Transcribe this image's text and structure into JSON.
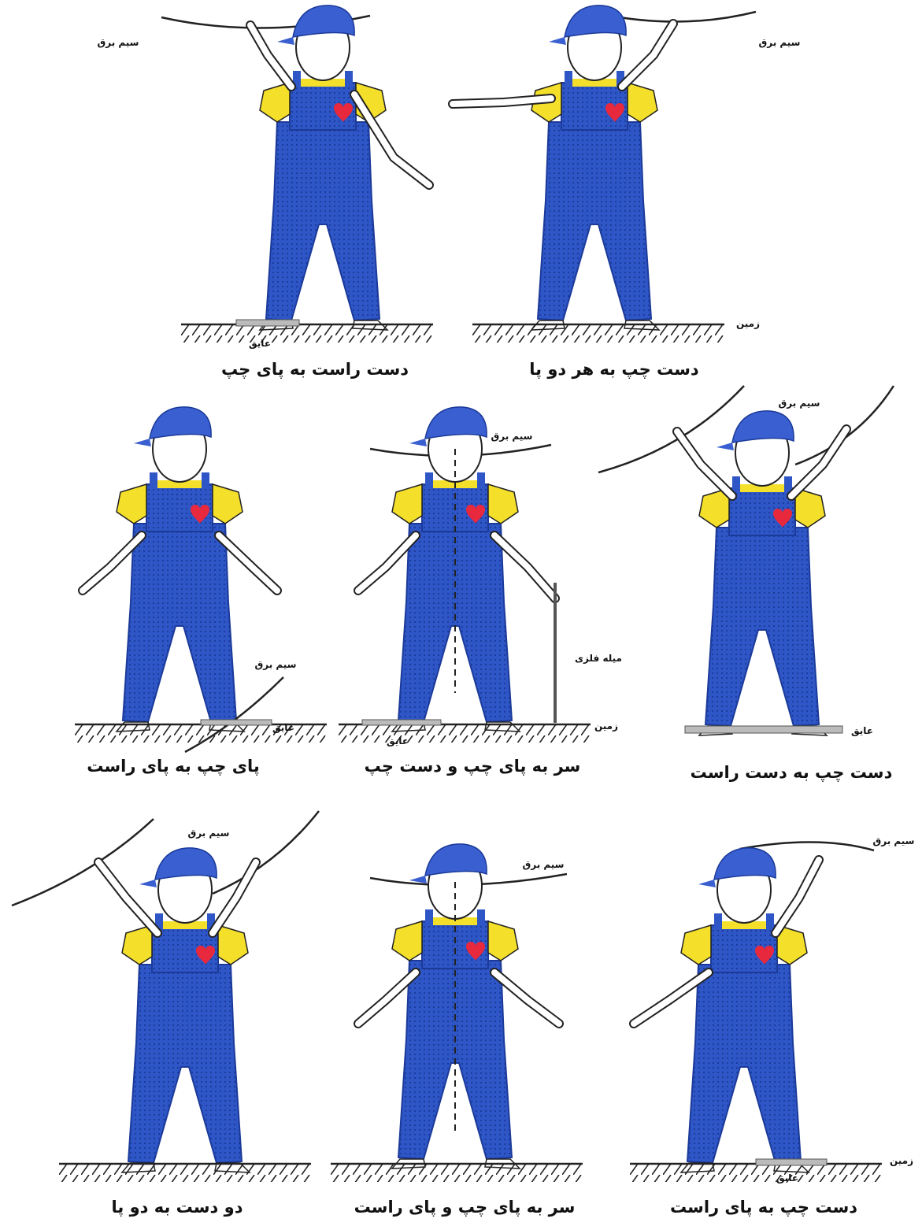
{
  "colors": {
    "overall": "#2f56c6",
    "overall_dark": "#1b3a99",
    "shirt": "#f4e02a",
    "heart": "#e8283c",
    "cap": "#3a5fd0",
    "line": "#222222"
  },
  "labels": {
    "wire": "سیم برق",
    "ground": "زمین",
    "insulator": "عایق",
    "metal_rod": "میله فلزی"
  },
  "panels": [
    {
      "caption": "دست راست به پای چپ"
    },
    {
      "caption": "دست چپ به هر دو پا"
    },
    {
      "caption": "پای چپ به پای راست"
    },
    {
      "caption": "سر به پای چپ و دست چپ"
    },
    {
      "caption": "دست چپ به دست راست"
    },
    {
      "caption": "دو دست به دو پا"
    },
    {
      "caption": "سر به پای چپ و پای راست"
    },
    {
      "caption": "دست چپ به پای راست"
    }
  ]
}
